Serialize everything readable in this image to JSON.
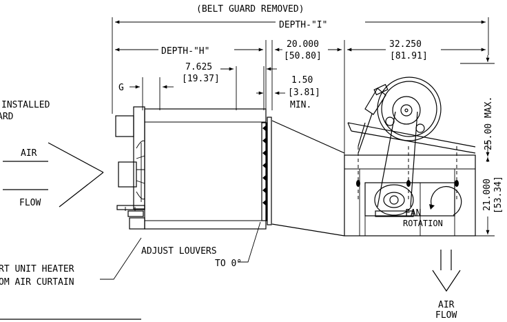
{
  "labels": {
    "belt_guard": "(BELT GUARD REMOVED)",
    "depth_i": "DEPTH-\"I\"",
    "depth_h": "DEPTH-\"H\"",
    "dim_20_in": "20.000",
    "dim_20_mm": "[50.80]",
    "dim_32_in": "32.250",
    "dim_32_mm": "[81.91]",
    "dim_7_in": "7.625",
    "dim_7_mm": "[19.37]",
    "g": "G",
    "dim_150_in": "1.50",
    "dim_150_mm": "[3.81]",
    "min": "MIN.",
    "installed_line1": "INSTALLED",
    "installed_line2": "ARD",
    "air_left": "AIR",
    "flow_left": "FLOW",
    "dim_25": "25.00 MAX.",
    "dim_21_in": "21.000",
    "dim_21_mm": "[53.34]",
    "fan": "FAN",
    "rotation": "ROTATION",
    "adjust_line1": "ADJUST LOUVERS",
    "adjust_line2": "TO 0°",
    "unit_line1": "RT UNIT HEATER",
    "unit_line2": "OM AIR CURTAIN",
    "air_bottom": "AIR",
    "flow_bottom": "FLOW"
  }
}
